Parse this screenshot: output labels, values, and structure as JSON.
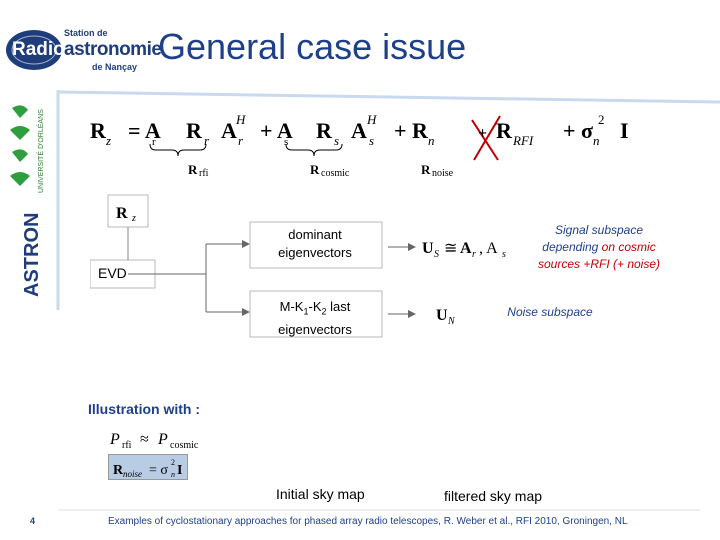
{
  "header": {
    "logo": {
      "station": "Station de",
      "radio": "Radio",
      "astronomie": "astronomie",
      "nancay": "de Nançay"
    },
    "title": "General case issue"
  },
  "side": {
    "university": "UNIVERSITÉ D'ORLÉANS",
    "astron": "ASTRON"
  },
  "diagram": {
    "evd_label": "EVD",
    "dominant_line1": "dominant",
    "dominant_line2": "eigenvectors",
    "mk_line2": "eigenvectors",
    "signal_line1": "Signal subspace",
    "signal_line2_a": "depending ",
    "signal_line2_b": "on cosmic",
    "signal_line3": "sources +RFI (+ noise)",
    "noise_subspace": "Noise subspace"
  },
  "illustration": {
    "label": "Illustration with :",
    "initial_sky_map": "Initial sky map",
    "filtered_sky_map": "filtered sky map"
  },
  "footer": {
    "page_number": "4",
    "citation": "Examples of cyclostationary approaches for phased array radio telescopes, R. Weber et al., RFI 2010, Groningen, NL"
  },
  "colors": {
    "title_blue": "#1e3f8a",
    "accent_red": "#c00000",
    "box_fill": "#b8cce4"
  }
}
